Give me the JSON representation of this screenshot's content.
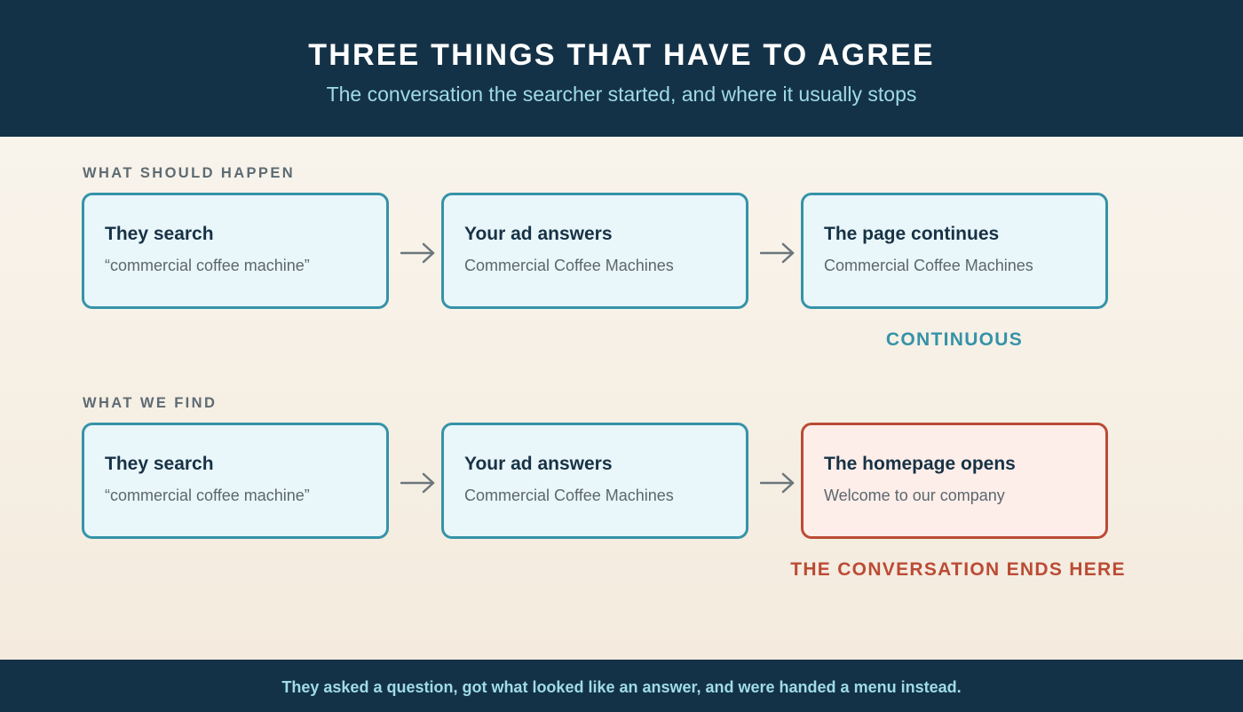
{
  "header": {
    "title": "THREE THINGS THAT HAVE TO AGREE",
    "subtitle": "The conversation the searcher started, and where it usually stops"
  },
  "rows": [
    {
      "label": "WHAT SHOULD HAPPEN",
      "steps": [
        {
          "title": "They search",
          "text": "“commercial coffee machine”"
        },
        {
          "title": "Your ad answers",
          "text": "Commercial Coffee Machines"
        },
        {
          "title": "The page continues",
          "text": "Commercial Coffee Machines"
        }
      ],
      "status": "CONTINUOUS"
    },
    {
      "label": "WHAT WE FIND",
      "steps": [
        {
          "title": "They search",
          "text": "“commercial coffee machine”"
        },
        {
          "title": "Your ad answers",
          "text": "Commercial Coffee Machines"
        },
        {
          "title": "The homepage opens",
          "text": "Welcome to our company"
        }
      ],
      "status": "THE CONVERSATION ENDS HERE"
    }
  ],
  "footer": {
    "text": "They asked a question, got what looked like an answer, and were handed a menu instead."
  },
  "icons": {
    "arrow": "arrow-right-icon"
  },
  "colors": {
    "header_bg": "#143247",
    "accent": "#3593a8",
    "alert": "#bb4b35",
    "card_bg": "#e9f6fa",
    "alert_card_bg": "#fdeeea",
    "subtitle_text": "#9fdbe8"
  }
}
